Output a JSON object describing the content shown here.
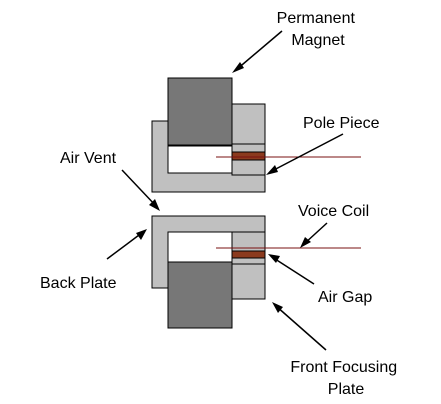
{
  "labels": {
    "permanent_magnet": [
      "Permanent",
      "Magnet"
    ],
    "pole_piece": "Pole Piece",
    "air_vent": "Air Vent",
    "voice_coil": "Voice Coil",
    "back_plate": "Back Plate",
    "air_gap": "Air Gap",
    "front_focusing_plate": [
      "Front Focusing",
      "Plate"
    ]
  },
  "colors": {
    "magnet": "#777777",
    "steel": "#c0c0c0",
    "coil": "#8b3a1e",
    "reference_line": "#7a1010",
    "outline": "#000000",
    "background": "#ffffff"
  }
}
